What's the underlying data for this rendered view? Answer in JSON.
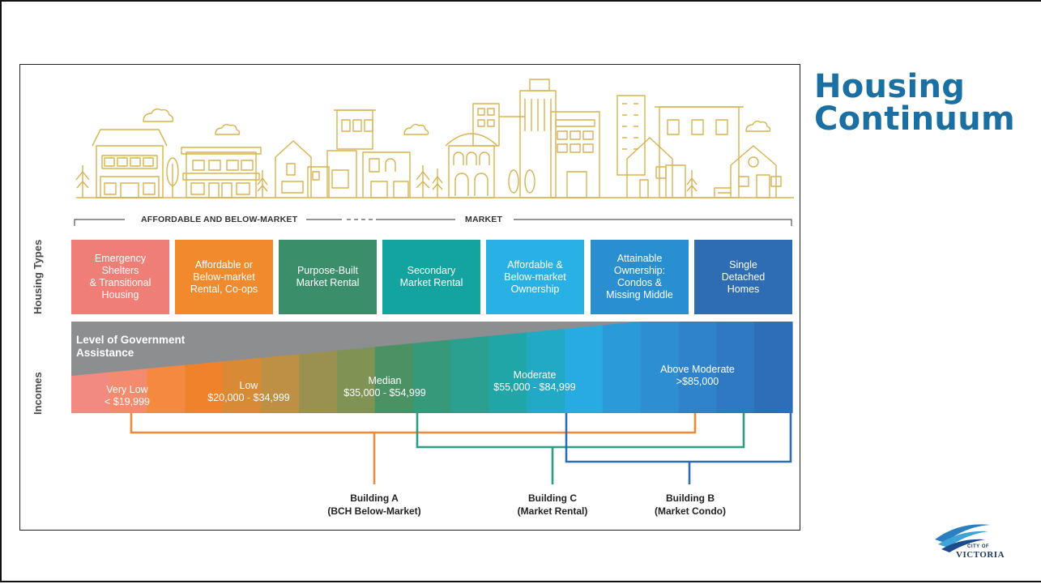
{
  "slide": {
    "title_line1": "Housing",
    "title_line2": "Continuum"
  },
  "logo": {
    "line1": "CITY OF",
    "line2": "VICTORIA"
  },
  "figure": {
    "section_labels": {
      "housing_types": "Housing Types",
      "incomes": "Incomes"
    },
    "bracket": {
      "affordable": "AFFORDABLE AND BELOW-MARKET",
      "market": "MARKET"
    },
    "housing_types": [
      {
        "line1": "Emergency",
        "line2": "Shelters",
        "line3": "& Transitional",
        "line4": "Housing",
        "color": "#ef7f76"
      },
      {
        "line1": "Affordable or",
        "line2": "Below-market",
        "line3": "Rental, Co-ops",
        "line4": "",
        "color": "#f08a2c"
      },
      {
        "line1": "Purpose-Built",
        "line2": "Market Rental",
        "line3": "",
        "line4": "",
        "color": "#3a8f6a"
      },
      {
        "line1": "Secondary",
        "line2": "Market Rental",
        "line3": "",
        "line4": "",
        "color": "#14a4a0"
      },
      {
        "line1": "Affordable &",
        "line2": "Below-market",
        "line3": "Ownership",
        "line4": "",
        "color": "#29b0e4"
      },
      {
        "line1": "Attainable",
        "line2": "Ownership:",
        "line3": "Condos &",
        "line4": "Missing Middle",
        "color": "#2a8fd1"
      },
      {
        "line1": "Single",
        "line2": "Detached",
        "line3": "Homes",
        "line4": "",
        "color": "#2e6db3"
      }
    ],
    "government": {
      "line1": "Level of Government",
      "line2": "Assistance"
    },
    "incomes": [
      {
        "label": "Very Low",
        "range": "< $19,999"
      },
      {
        "label": "Low",
        "range": "$20,000 - $34,999"
      },
      {
        "label": "Median",
        "range": "$35,000 - $54,999"
      },
      {
        "label": "Moderate",
        "range": "$55,000 - $84,999"
      },
      {
        "label": "Above Moderate",
        "range": ">$85,000"
      }
    ],
    "buildings": [
      {
        "name": "Building A",
        "detail": "(BCH Below-Market)",
        "color": "#f08a3a"
      },
      {
        "name": "Building C",
        "detail": "(Market Rental)",
        "color": "#2a9d84"
      },
      {
        "name": "Building B",
        "detail": "(Market Condo)",
        "color": "#2e6db3"
      }
    ]
  }
}
